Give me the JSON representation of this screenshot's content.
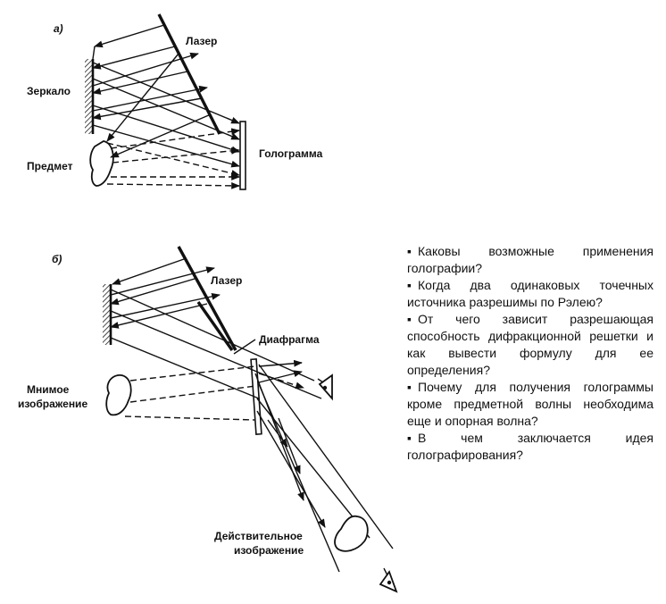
{
  "diagram_a": {
    "part_label": "а)",
    "laser": "Лазер",
    "mirror": "Зеркало",
    "object": "Предмет",
    "hologram": "Голограмма"
  },
  "diagram_b": {
    "part_label": "б)",
    "laser": "Лазер",
    "diaphragm": "Диафрагма",
    "virtual_image": [
      "Мнимое",
      "изображение"
    ],
    "real_image": [
      "Действительное",
      "изображение"
    ]
  },
  "questions": [
    "Каковы возможные применения голографии?",
    "Когда два одинаковых точечных источника разрешимы по Рэлею?",
    "От чего зависит разрешающая способность дифракционной решетки и как вывести формулу для ее определения?",
    "Почему для получения голограммы кроме предметной волны необходима еще и опорная волна?",
    "В чем заключается идея голографирования?"
  ]
}
